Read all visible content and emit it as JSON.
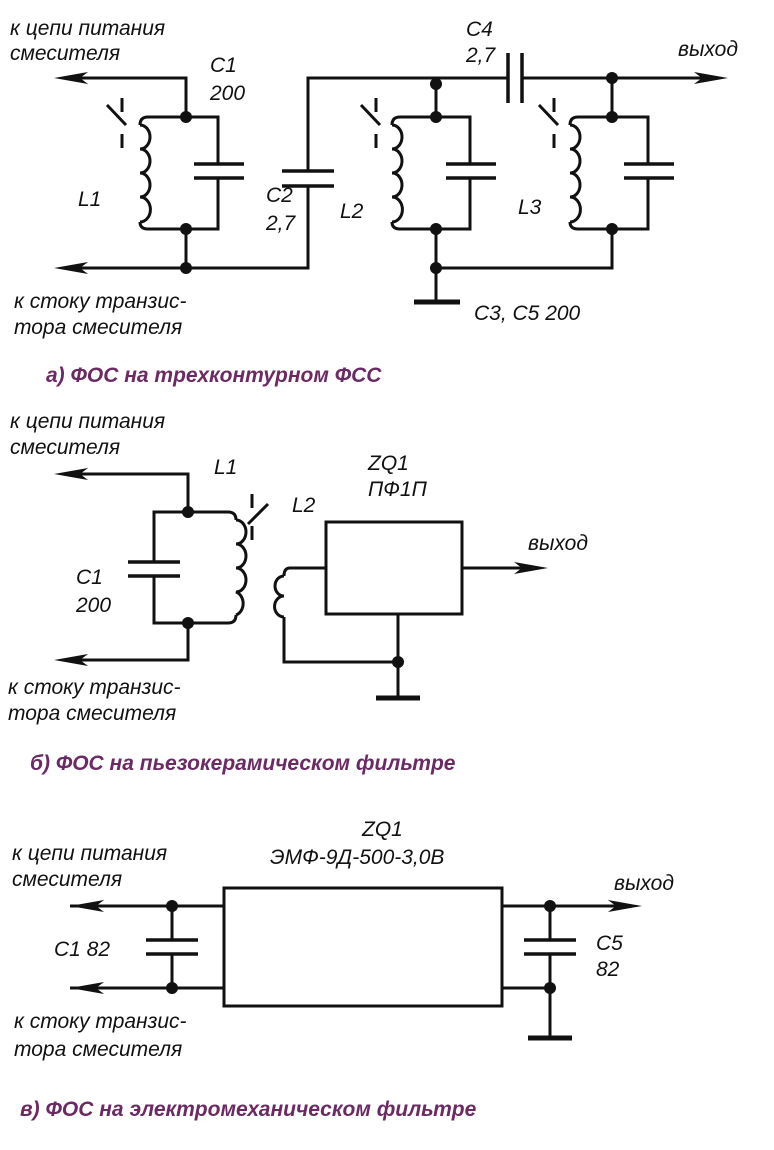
{
  "diagram_a": {
    "caption": "а) ФОС на трехконтурном ФСС",
    "label_power_1": "к цепи питания",
    "label_power_2": "смесителя",
    "label_drain_1": "к стоку транзис-",
    "label_drain_2": "тора смесителя",
    "label_output": "выход",
    "c1_name": "C1",
    "c1_value": "200",
    "c2_name": "C2",
    "c2_value": "2,7",
    "c4_name": "C4",
    "c4_value": "2,7",
    "c3c5_label": "C3,  C5  200",
    "l1_name": "L1",
    "l2_name": "L2",
    "l3_name": "L3"
  },
  "diagram_b": {
    "caption": "б) ФОС на пьезокерамическом фильтре",
    "label_power_1": "к цепи питания",
    "label_power_2": "смесителя",
    "label_drain_1": "к стоку транзис-",
    "label_drain_2": "тора смесителя",
    "label_output": "выход",
    "l1_name": "L1",
    "l2_name": "L2",
    "c1_name": "C1",
    "c1_value": "200",
    "zq_name": "ZQ1",
    "zq_type": "ПФ1П"
  },
  "diagram_c": {
    "caption": "в) ФОС на электромеханическом фильтре",
    "label_power_1": "к цепи питания",
    "label_power_2": "смесителя",
    "label_drain_1": "к стоку транзис-",
    "label_drain_2": "тора смесителя",
    "label_output": "выход",
    "c1_label": "C1  82",
    "c5_name": "C5",
    "c5_value": "82",
    "zq_name": "ZQ1",
    "zq_type": "ЭМФ-9Д-500-3,0В"
  }
}
